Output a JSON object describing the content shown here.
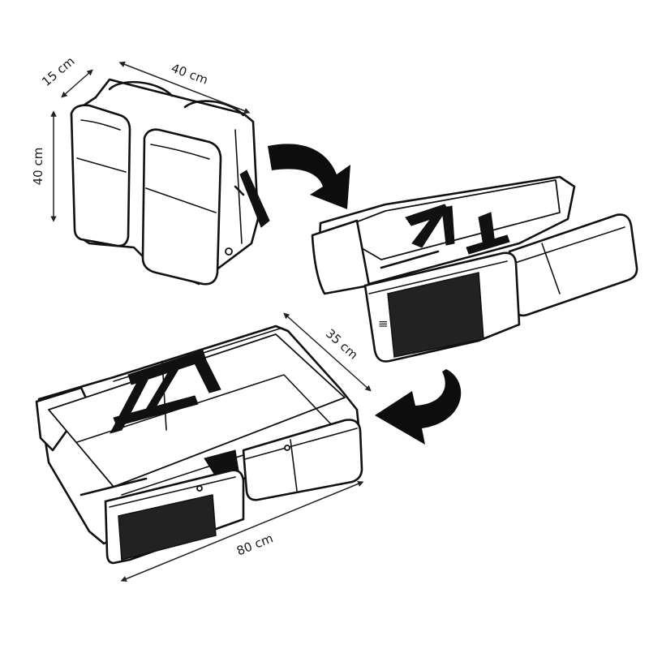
{
  "dimensions": {
    "depth_label": "15 cm",
    "width_label": "40 cm",
    "height_label": "40 cm",
    "bed_width_label": "35 cm",
    "bed_length_label": "80 cm"
  },
  "colors": {
    "line": "#111111",
    "mesh": "#222222",
    "background": "#ffffff"
  },
  "icons": {
    "arrow_1": "curved-arrow-right",
    "arrow_2": "curved-arrow-left"
  }
}
